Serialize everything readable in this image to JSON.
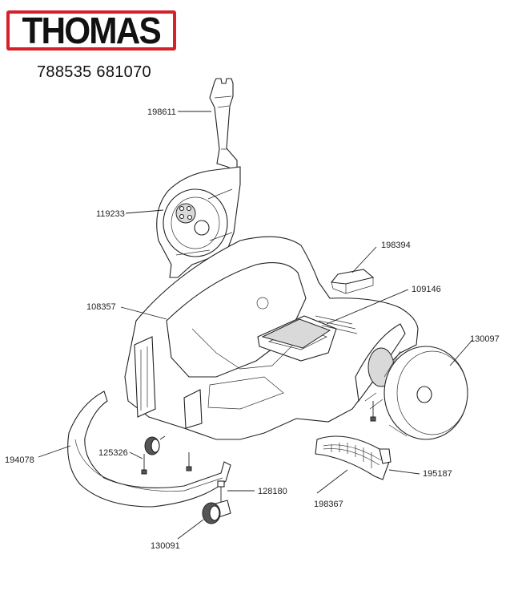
{
  "brand": {
    "name": "THOMAS",
    "color": "#d6212b"
  },
  "model_numbers": "788535 681070",
  "callouts": {
    "p198611": "198611",
    "p119233": "119233",
    "p198394": "198394",
    "p109146": "109146",
    "p108357": "108357",
    "p130097": "130097",
    "p194078": "194078",
    "p125326": "125326",
    "p195187": "195187",
    "p128180": "128180",
    "p198367": "198367",
    "p130091": "130091"
  }
}
